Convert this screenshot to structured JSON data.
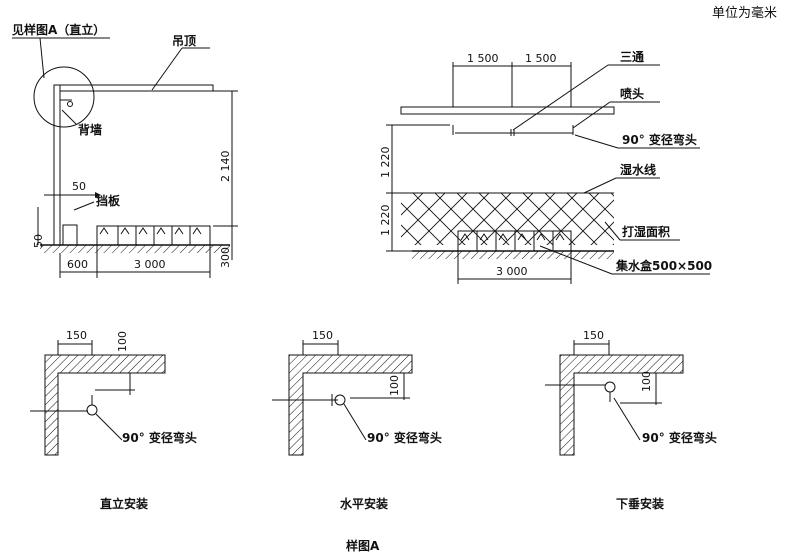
{
  "unit_note": "单位为毫米",
  "left_view": {
    "callout_ref": "见样图A（直立）",
    "ceiling": "吊顶",
    "back_wall": "背墙",
    "baffle": "挡板",
    "dim_50_top": "50",
    "dim_50_side": "50",
    "dim_2140": "2 140",
    "dim_300": "300",
    "dim_600": "600",
    "dim_3000": "3 000"
  },
  "right_view": {
    "tee": "三通",
    "nozzle": "喷头",
    "elbow": "90° 变径弯头",
    "wet_line": "湿水线",
    "wet_area": "打湿面积",
    "collector": "集水盒500×500",
    "dim_1500_a": "1 500",
    "dim_1500_b": "1 500",
    "dim_1220_top": "1 220",
    "dim_1220_bottom": "1 220",
    "dim_3000": "3 000"
  },
  "details": [
    {
      "dim_150": "150",
      "dim_100": "100",
      "elbow": "90° 变径弯头",
      "caption": "直立安装"
    },
    {
      "dim_150": "150",
      "dim_100": "100",
      "elbow": "90° 变径弯头",
      "caption": "水平安装"
    },
    {
      "dim_150": "150",
      "dim_100": "100",
      "elbow": "90° 变径弯头",
      "caption": "下垂安装"
    }
  ],
  "figure_caption": "样图A"
}
